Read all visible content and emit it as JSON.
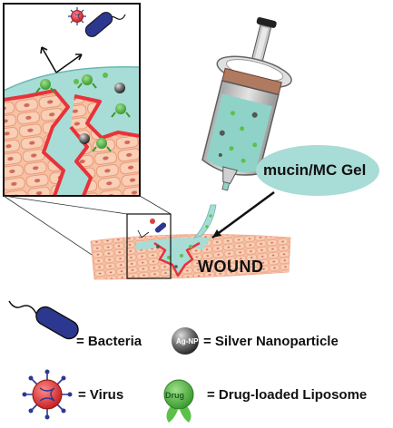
{
  "labels": {
    "gel": "mucin/MC Gel",
    "wound": "WOUND"
  },
  "legend": {
    "bacteria": "= Bacteria",
    "silver_np": "= Silver Nanoparticle",
    "virus": "= Virus",
    "liposome": "= Drug-loaded Liposome",
    "agnp_tag": "Ag-NP",
    "drug_tag": "Drug"
  },
  "colors": {
    "gel": "#a8dcd6",
    "tissue": "#f6c2a4",
    "cell_outline": "#e89a7a",
    "nucleus": "#d06a5a",
    "wound_edge": "#e8323a",
    "bacteria": "#2c3890",
    "virus": "#e04040",
    "liposome": "#5cc04a",
    "silver": "#555555",
    "syringe_barrel": "#c8c8c8",
    "plunger": "#b07a60"
  },
  "icons": [
    "syringe-icon",
    "bacteria-icon",
    "virus-icon",
    "silver-nanoparticle-icon",
    "liposome-icon",
    "magnify-inset"
  ]
}
